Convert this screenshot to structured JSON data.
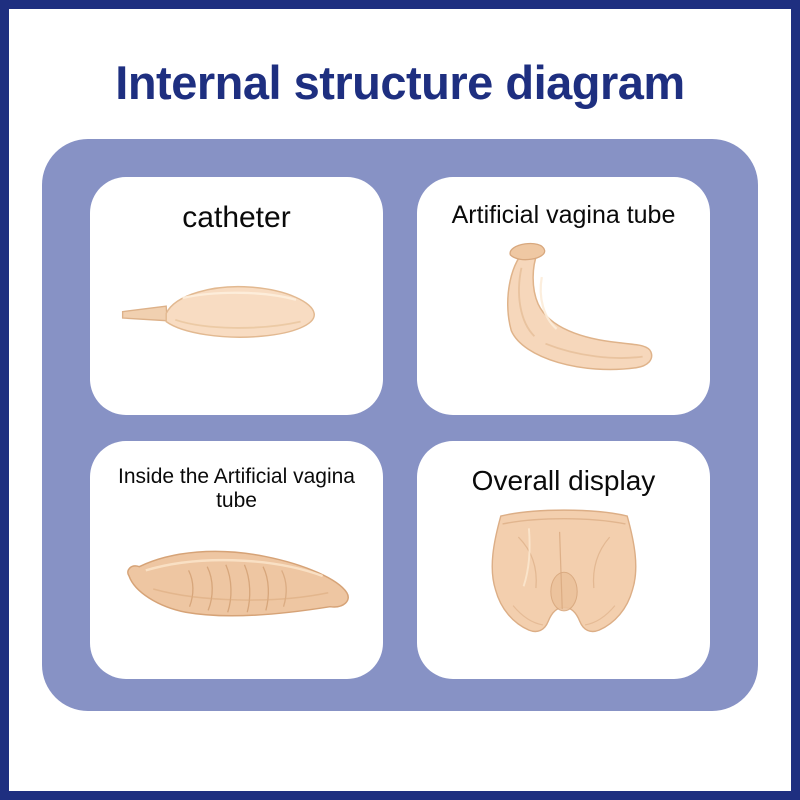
{
  "title": "Internal structure diagram",
  "colors": {
    "frame_border": "#1e2f80",
    "title_text": "#1e2f80",
    "panel_background": "#8792c5",
    "card_background": "#ffffff",
    "label_text": "#0a0a0a",
    "skin_light": "#f8dcc2",
    "skin_mid": "#f3d0ad",
    "skin_dark": "#e0b48b"
  },
  "cards": [
    {
      "id": "catheter",
      "label": "catheter"
    },
    {
      "id": "artificial-vagina-tube",
      "label": "Artificial vagina tube"
    },
    {
      "id": "inside-artificial-vagina-tube",
      "label": "Inside the Artificial vagina tube"
    },
    {
      "id": "overall-display",
      "label": "Overall display"
    }
  ]
}
